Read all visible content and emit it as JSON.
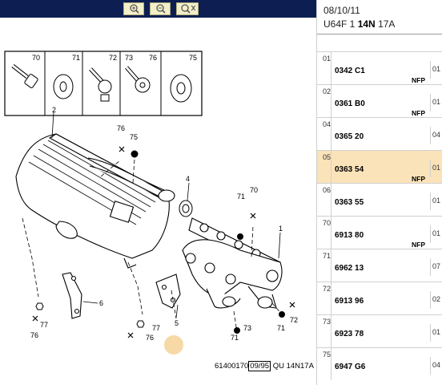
{
  "toolbar": {
    "buttons": [
      {
        "name": "zoom-in-icon"
      },
      {
        "name": "zoom-out-icon"
      },
      {
        "name": "zoom-fit-icon"
      }
    ],
    "background": "#0d1f52"
  },
  "header": {
    "date": "08/10/11",
    "code_prefix": "U64F 1",
    "code_bold": "14N",
    "code_suffix": "17A"
  },
  "parts": [
    {
      "pos": "01",
      "ref": "0342 C1",
      "nfp": "NFP",
      "qty": "01"
    },
    {
      "pos": "02",
      "ref": "0361 B0",
      "nfp": "NFP",
      "qty": "01"
    },
    {
      "pos": "04",
      "ref": "0365 20",
      "nfp": "",
      "qty": "04"
    },
    {
      "pos": "05",
      "ref": "0363 54",
      "nfp": "NFP",
      "qty": "01",
      "selected": true
    },
    {
      "pos": "06",
      "ref": "0363 55",
      "nfp": "",
      "qty": "01"
    },
    {
      "pos": "70",
      "ref": "6913 80",
      "nfp": "NFP",
      "qty": "01"
    },
    {
      "pos": "71",
      "ref": "6962 13",
      "nfp": "",
      "qty": "07"
    },
    {
      "pos": "72",
      "ref": "6913 96",
      "nfp": "",
      "qty": "02"
    },
    {
      "pos": "73",
      "ref": "6923 78",
      "nfp": "",
      "qty": "01"
    },
    {
      "pos": "75",
      "ref": "6947 G6",
      "nfp": "",
      "qty": "04"
    }
  ],
  "diagram": {
    "labels": {
      "l70": "70",
      "l71": "71",
      "l72": "72",
      "l73": "73",
      "l76": "76",
      "l75": "75",
      "c2": "2",
      "c76a": "76",
      "c75": "75",
      "c4": "4",
      "c71a": "71",
      "c70": "70",
      "c1": "1",
      "c6": "6",
      "c77a": "77",
      "c76b": "76",
      "c5": "5",
      "c77b": "77",
      "c76c": "76",
      "c71b": "71",
      "c73": "73",
      "c71c": "71",
      "c72": "72"
    },
    "caption_start": "61400170",
    "caption_boxed": "09/95",
    "caption_end": "QU 14N17A",
    "highlight_color": "#f6d9a6"
  }
}
